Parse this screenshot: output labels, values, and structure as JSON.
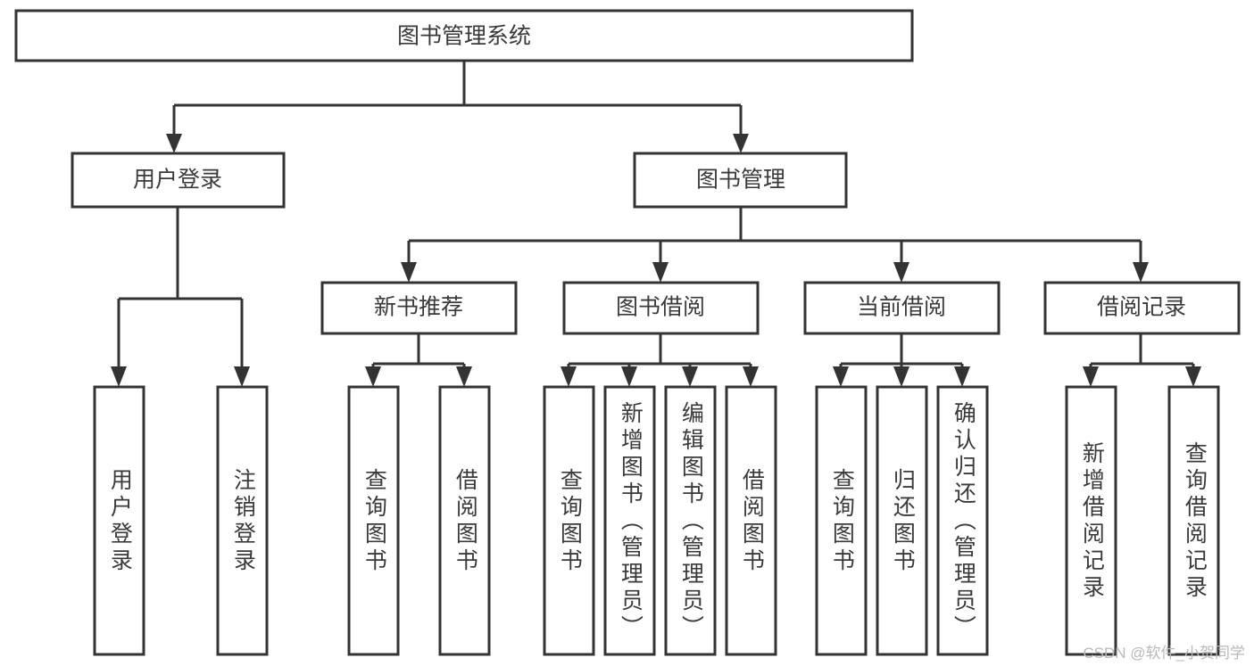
{
  "diagram": {
    "title": "图书管理系统",
    "watermark": "CSDN @软件_小贺同学",
    "root": {
      "label": "图书管理系统"
    },
    "level1": [
      {
        "label": "用户登录"
      },
      {
        "label": "图书管理"
      }
    ],
    "level2": [
      {
        "label": "新书推荐"
      },
      {
        "label": "图书借阅"
      },
      {
        "label": "当前借阅"
      },
      {
        "label": "借阅记录"
      }
    ],
    "leaves": {
      "user_login": [
        {
          "label": "用户登录"
        },
        {
          "label": "注销登录"
        }
      ],
      "new_book_recommend": [
        {
          "label": "查询图书"
        },
        {
          "label": "借阅图书"
        }
      ],
      "book_borrow": [
        {
          "label": "查询图书"
        },
        {
          "label": "新增图书（管理员）"
        },
        {
          "label": "编辑图书（管理员）"
        },
        {
          "label": "借阅图书"
        }
      ],
      "current_borrow": [
        {
          "label": "查询图书"
        },
        {
          "label": "归还图书"
        },
        {
          "label": "确认归还（管理员）"
        }
      ],
      "borrow_record": [
        {
          "label": "新增借阅记录"
        },
        {
          "label": "查询借阅记录"
        }
      ]
    },
    "colors": {
      "stroke": "#333333",
      "fill": "#ffffff",
      "text": "#3a3a3a",
      "watermark": "#b9b9b9"
    }
  }
}
